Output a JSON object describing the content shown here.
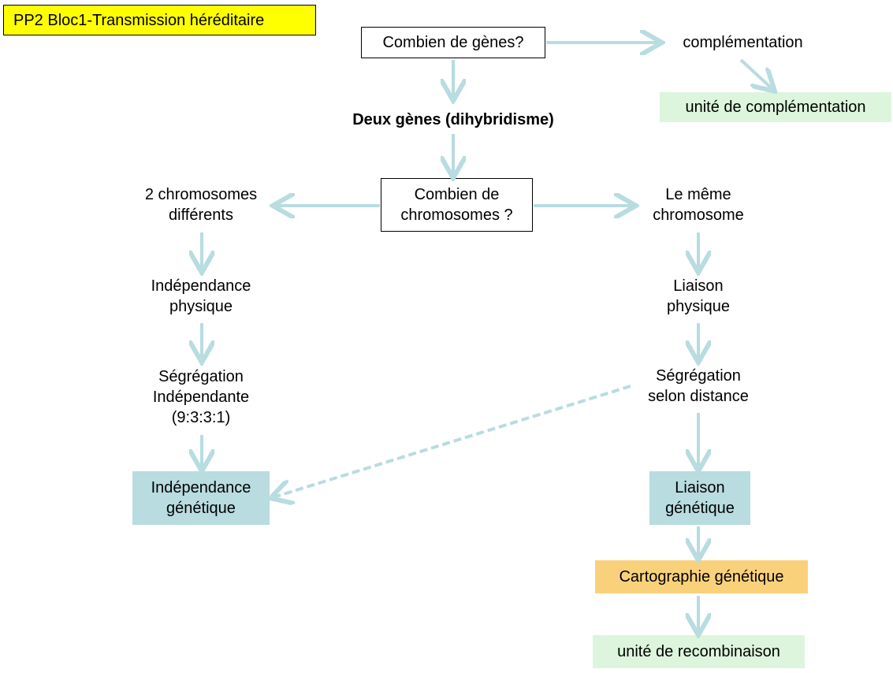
{
  "diagram": {
    "title": "PP2 Bloc1-Transmission héréditaire",
    "q_genes": "Combien de gènes?",
    "complementation": "complémentation",
    "unite_complementation": "unité de complémentation",
    "deux_genes": "Deux gènes (dihybridisme)",
    "q_chromosomes": "Combien de\nchromosomes ?",
    "deux_chromosomes": "2 chromosomes\ndifférents",
    "meme_chromosome": "Le même\nchromosome",
    "independance_physique": "Indépendance\nphysique",
    "liaison_physique": "Liaison\nphysique",
    "segregation_independante": "Ségrégation\nIndépendante\n(9:3:3:1)",
    "segregation_distance": "Ségrégation\nselon distance",
    "independance_genetique": "Indépendance\ngénétique",
    "liaison_genetique": "Liaison\ngénétique",
    "cartographie": "Cartographie génétique",
    "unite_recombinaison": "unité de recombinaison"
  },
  "colors": {
    "title_bg": "#ffff00",
    "green_box": "#dcf5dc",
    "blue_box": "#b8dce0",
    "orange_box": "#fad17b",
    "arrow": "#b8dce0"
  }
}
